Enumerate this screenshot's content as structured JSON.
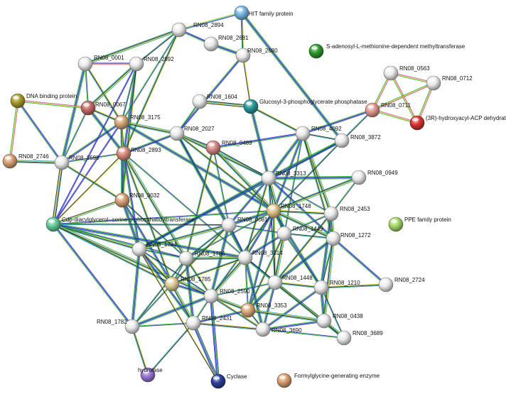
{
  "network": {
    "nodes": [
      {
        "id": "hit",
        "label": "HIT family protein",
        "color": "#7ab8e6"
      },
      {
        "id": "n2894",
        "label": "RN08_2894",
        "color": "#ececec"
      },
      {
        "id": "n2681",
        "label": "RN08_2681",
        "color": "#ececec"
      },
      {
        "id": "n2680",
        "label": "RN08_2680",
        "color": "#ececec"
      },
      {
        "id": "sam",
        "label": "S-adenosyl-L-methionine-dependent methyltransferase",
        "color": "#2f9a2f"
      },
      {
        "id": "n0001",
        "label": "RN08_0001",
        "color": "#ececec"
      },
      {
        "id": "n2892",
        "label": "RN08_2892",
        "color": "#ececec"
      },
      {
        "id": "n0563",
        "label": "RN08_0563",
        "color": "#ececec"
      },
      {
        "id": "n0712",
        "label": "RN08_0712",
        "color": "#ececec"
      },
      {
        "id": "dna",
        "label": "DNA binding protein",
        "color": "#a89c2c"
      },
      {
        "id": "n0067",
        "label": "RN08_0067",
        "color": "#c86a6a"
      },
      {
        "id": "n1604",
        "label": "RN08_1604",
        "color": "#ececec"
      },
      {
        "id": "g3p",
        "label": "Glucosyl-3-phosphoglycerate phosphatase",
        "color": "#2b9a9a"
      },
      {
        "id": "n0711",
        "label": "RN08_0711",
        "color": "#e09a90"
      },
      {
        "id": "dehyd",
        "label": "(3R)-hydroxyacyl-ACP dehydratase",
        "color": "#d93636"
      },
      {
        "id": "n3175",
        "label": "RN08_3175",
        "color": "#d9a878"
      },
      {
        "id": "n2027",
        "label": "RN08_2027",
        "color": "#ececec"
      },
      {
        "id": "n0489",
        "label": "RN08_0489",
        "color": "#d98a86"
      },
      {
        "id": "n4092",
        "label": "RN08_4092",
        "color": "#ececec"
      },
      {
        "id": "n3872",
        "label": "RN08_3872",
        "color": "#ececec"
      },
      {
        "id": "n2746",
        "label": "RN08_2746",
        "color": "#d9a078"
      },
      {
        "id": "n2598",
        "label": "RN08_2598",
        "color": "#ececec"
      },
      {
        "id": "n2893",
        "label": "RN08_2893",
        "color": "#d98c80"
      },
      {
        "id": "n3313",
        "label": "RN08_3313",
        "color": "#ececec"
      },
      {
        "id": "n0949",
        "label": "RN08_0949",
        "color": "#ececec"
      },
      {
        "id": "n3032",
        "label": "RN08_3032",
        "color": "#d9a078"
      },
      {
        "id": "n1748",
        "label": "RN08_1748",
        "color": "#e0c68a"
      },
      {
        "id": "n2453",
        "label": "RN08_2453",
        "color": "#ececec"
      },
      {
        "id": "cdp",
        "label": "Cdp-diacylglycerol--serine o-phosphatidyltransferase",
        "color": "#66cc99"
      },
      {
        "id": "n0081",
        "label": "RN08_0081",
        "color": "#ececec"
      },
      {
        "id": "ppe",
        "label": "PPE family protein",
        "color": "#a6d96a"
      },
      {
        "id": "n1449",
        "label": "RN08_1449",
        "color": "#ececec"
      },
      {
        "id": "n1272",
        "label": "RN08_1272",
        "color": "#ececec"
      },
      {
        "id": "n1784",
        "label": "RN08_1784",
        "color": "#ececec"
      },
      {
        "id": "n1786",
        "label": "RN08_1786",
        "color": "#ececec"
      },
      {
        "id": "n3314",
        "label": "RN08_3314",
        "color": "#ececec"
      },
      {
        "id": "n1785",
        "label": "RN08_1785",
        "color": "#e0d09a"
      },
      {
        "id": "n1448",
        "label": "RN08_1448",
        "color": "#ececec"
      },
      {
        "id": "n1210",
        "label": "RN08_1210",
        "color": "#ececec"
      },
      {
        "id": "n2724",
        "label": "RN08_2724",
        "color": "#ececec"
      },
      {
        "id": "n2590",
        "label": "RN08_2590",
        "color": "#ececec"
      },
      {
        "id": "n3353",
        "label": "RN08_3353",
        "color": "#d9a878"
      },
      {
        "id": "n2431",
        "label": "RN08_2431",
        "color": "#ececec"
      },
      {
        "id": "n0438",
        "label": "RN08_0438",
        "color": "#ececec"
      },
      {
        "id": "n1782",
        "label": "RN08_1782",
        "color": "#ececec"
      },
      {
        "id": "n3690",
        "label": "RN08_3690",
        "color": "#ececec"
      },
      {
        "id": "n3689",
        "label": "RN08_3689",
        "color": "#ececec"
      },
      {
        "id": "hydro",
        "label": "hydrolase",
        "color": "#9a78d9"
      },
      {
        "id": "cyc",
        "label": "Cyclase",
        "color": "#2d3f9a"
      },
      {
        "id": "fge",
        "label": "Formylglycine-generating enzyme",
        "color": "#d9a070"
      }
    ],
    "edges": [
      [
        "hit",
        "n2894"
      ],
      [
        "hit",
        "n2680"
      ],
      [
        "hit",
        "n3872"
      ],
      [
        "n2894",
        "n2892"
      ],
      [
        "n2894",
        "n2681"
      ],
      [
        "n2894",
        "n0001"
      ],
      [
        "n2894",
        "n3175"
      ],
      [
        "n2894",
        "n2893"
      ],
      [
        "n2681",
        "n2680"
      ],
      [
        "n2680",
        "g3p"
      ],
      [
        "n2680",
        "n2027"
      ],
      [
        "n0001",
        "n2892"
      ],
      [
        "n0001",
        "n0067"
      ],
      [
        "n0001",
        "n3175"
      ],
      [
        "n0001",
        "n2598"
      ],
      [
        "n2892",
        "n3175"
      ],
      [
        "n2892",
        "n2893"
      ],
      [
        "n2892",
        "n0067"
      ],
      [
        "n2892",
        "cdp"
      ],
      [
        "n2892",
        "n3032"
      ],
      [
        "dna",
        "n0067"
      ],
      [
        "dna",
        "n2746"
      ],
      [
        "dna",
        "n2598"
      ],
      [
        "n2746",
        "n2598"
      ],
      [
        "n0067",
        "n2598"
      ],
      [
        "n0067",
        "n3175"
      ],
      [
        "n0067",
        "n2893"
      ],
      [
        "n0563",
        "n0712"
      ],
      [
        "n0563",
        "n0711"
      ],
      [
        "n0563",
        "dehyd"
      ],
      [
        "n0712",
        "n0711"
      ],
      [
        "n0712",
        "dehyd"
      ],
      [
        "n0711",
        "dehyd"
      ],
      [
        "n0711",
        "n3872"
      ],
      [
        "n0711",
        "n4092"
      ],
      [
        "n1604",
        "g3p"
      ],
      [
        "n1604",
        "n2027"
      ],
      [
        "g3p",
        "n4092"
      ],
      [
        "g3p",
        "n3313"
      ],
      [
        "n3175",
        "n2893"
      ],
      [
        "n3175",
        "n2598"
      ],
      [
        "n3175",
        "n2027"
      ],
      [
        "n3175",
        "cdp"
      ],
      [
        "n3175",
        "n3032"
      ],
      [
        "n3175",
        "n1748"
      ],
      [
        "n2027",
        "n0489"
      ],
      [
        "n2027",
        "n2893"
      ],
      [
        "n2027",
        "n3313"
      ],
      [
        "n2027",
        "n0081"
      ],
      [
        "n2027",
        "n1748"
      ],
      [
        "n2027",
        "n3314"
      ],
      [
        "n0489",
        "n3313"
      ],
      [
        "n0489",
        "n4092"
      ],
      [
        "n0489",
        "n1748"
      ],
      [
        "n0489",
        "n0081"
      ],
      [
        "n0489",
        "n1786"
      ],
      [
        "n4092",
        "n3313"
      ],
      [
        "n4092",
        "n3872"
      ],
      [
        "n4092",
        "n1748"
      ],
      [
        "n4092",
        "n2453"
      ],
      [
        "n4092",
        "n1449"
      ],
      [
        "n4092",
        "n1272"
      ],
      [
        "n3872",
        "n3313"
      ],
      [
        "n3872",
        "n1748"
      ],
      [
        "n3872",
        "n1784"
      ],
      [
        "n2598",
        "cdp"
      ],
      [
        "n2598",
        "n2893"
      ],
      [
        "n2598",
        "n3032"
      ],
      [
        "n2893",
        "n3032"
      ],
      [
        "n2893",
        "cdp"
      ],
      [
        "n2893",
        "n1784"
      ],
      [
        "n2893",
        "n1786"
      ],
      [
        "n2893",
        "n3314"
      ],
      [
        "n2893",
        "n1785"
      ],
      [
        "n3313",
        "n0949"
      ],
      [
        "n3313",
        "n1748"
      ],
      [
        "n3313",
        "n0081"
      ],
      [
        "n3313",
        "n1449"
      ],
      [
        "n3313",
        "n2453"
      ],
      [
        "n3313",
        "n3314"
      ],
      [
        "n3313",
        "n1784"
      ],
      [
        "n3313",
        "n1448"
      ],
      [
        "n3313",
        "n1272"
      ],
      [
        "n0949",
        "n1748"
      ],
      [
        "n0949",
        "n2453"
      ],
      [
        "n3032",
        "cdp"
      ],
      [
        "n3032",
        "n1784"
      ],
      [
        "n3032",
        "n1786"
      ],
      [
        "n3032",
        "n1785"
      ],
      [
        "cdp",
        "n1784"
      ],
      [
        "cdp",
        "n1786"
      ],
      [
        "cdp",
        "n1785"
      ],
      [
        "cdp",
        "n3314"
      ],
      [
        "cdp",
        "n0081"
      ],
      [
        "cdp",
        "n1782"
      ],
      [
        "cdp",
        "n2590"
      ],
      [
        "cdp",
        "n1748"
      ],
      [
        "n1748",
        "n2453"
      ],
      [
        "n1748",
        "n0081"
      ],
      [
        "n1748",
        "n1449"
      ],
      [
        "n1748",
        "n3314"
      ],
      [
        "n1748",
        "n1272"
      ],
      [
        "n1748",
        "n1786"
      ],
      [
        "n1748",
        "n1448"
      ],
      [
        "n1748",
        "n1210"
      ],
      [
        "n1748",
        "n2590"
      ],
      [
        "n1748",
        "n3353"
      ],
      [
        "n2453",
        "n1272"
      ],
      [
        "n2453",
        "n1449"
      ],
      [
        "n2453",
        "n1448"
      ],
      [
        "n2453",
        "n1210"
      ],
      [
        "n0081",
        "n1786"
      ],
      [
        "n0081",
        "n3314"
      ],
      [
        "n0081",
        "n1784"
      ],
      [
        "n0081",
        "n1449"
      ],
      [
        "n0081",
        "n1785"
      ],
      [
        "n0081",
        "n2590"
      ],
      [
        "n1449",
        "n1272"
      ],
      [
        "n1449",
        "n3314"
      ],
      [
        "n1449",
        "n1448"
      ],
      [
        "n1449",
        "n1210"
      ],
      [
        "n1449",
        "n3353"
      ],
      [
        "n1272",
        "n1448"
      ],
      [
        "n1272",
        "n1210"
      ],
      [
        "n1272",
        "n2724"
      ],
      [
        "n1272",
        "n0438"
      ],
      [
        "n1784",
        "n1786"
      ],
      [
        "n1784",
        "n1785"
      ],
      [
        "n1784",
        "n1782"
      ],
      [
        "n1784",
        "n2590"
      ],
      [
        "n1784",
        "n2431"
      ],
      [
        "n1786",
        "n3314"
      ],
      [
        "n1786",
        "n1785"
      ],
      [
        "n1786",
        "n2590"
      ],
      [
        "n1786",
        "n2431"
      ],
      [
        "n1786",
        "n1782"
      ],
      [
        "n3314",
        "n1448"
      ],
      [
        "n3314",
        "n2590"
      ],
      [
        "n3314",
        "n3353"
      ],
      [
        "n3314",
        "n1785"
      ],
      [
        "n3314",
        "n3690"
      ],
      [
        "n3314",
        "n0438"
      ],
      [
        "n1785",
        "n2590"
      ],
      [
        "n1785",
        "n2431"
      ],
      [
        "n1785",
        "n1782"
      ],
      [
        "n1448",
        "n1210"
      ],
      [
        "n1448",
        "n3353"
      ],
      [
        "n1448",
        "n0438"
      ],
      [
        "n1448",
        "n3690"
      ],
      [
        "n1448",
        "n3689"
      ],
      [
        "n1448",
        "n2590"
      ],
      [
        "n1210",
        "n2724"
      ],
      [
        "n1210",
        "n0438"
      ],
      [
        "n1210",
        "n3689"
      ],
      [
        "n1210",
        "n3690"
      ],
      [
        "n2590",
        "n3353"
      ],
      [
        "n2590",
        "n2431"
      ],
      [
        "n2590",
        "n3690"
      ],
      [
        "n2590",
        "n1782"
      ],
      [
        "n3353",
        "n3690"
      ],
      [
        "n3353",
        "n2431"
      ],
      [
        "n3353",
        "n0438"
      ],
      [
        "n2431",
        "n1782"
      ],
      [
        "n2431",
        "n3690"
      ],
      [
        "n2431",
        "cyc"
      ],
      [
        "n2431",
        "hydro"
      ],
      [
        "n0438",
        "n3690"
      ],
      [
        "n0438",
        "n3689"
      ],
      [
        "n3690",
        "n3689"
      ],
      [
        "n1782",
        "hydro"
      ],
      [
        "n2590",
        "cyc"
      ],
      [
        "n1784",
        "cyc"
      ]
    ]
  }
}
